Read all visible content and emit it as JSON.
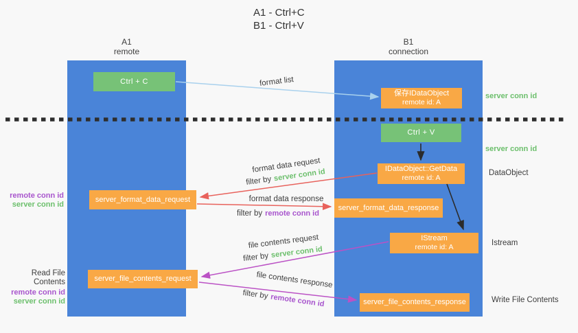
{
  "title": {
    "line1": "A1 - Ctrl+C",
    "line2": "B1 - Ctrl+V"
  },
  "lanes": {
    "left": {
      "name": "A1",
      "subtitle": "remote"
    },
    "right": {
      "name": "B1",
      "subtitle": "connection"
    }
  },
  "boxes": {
    "ctrl_c": {
      "label": "Ctrl + C"
    },
    "ctrl_v": {
      "label": "Ctrl + V"
    },
    "save_idataobject": {
      "line1": "保存IDataObject",
      "line2": "remote id: A"
    },
    "getdata": {
      "line1": "IDataObject::GetData",
      "line2": "remote id: A"
    },
    "istream": {
      "line1": "IStream",
      "line2": "remote id: A"
    },
    "server_format_data_request": {
      "label": "server_format_data_request"
    },
    "server_format_data_response": {
      "label": "server_format_data_response"
    },
    "server_file_contents_request": {
      "label": "server_file_contents_request"
    },
    "server_file_contents_response": {
      "label": "server_file_contents_response"
    }
  },
  "side_labels": {
    "server_conn_id_top": "server conn id",
    "server_conn_id_mid": "server conn id",
    "dataobject": "DataObject",
    "istream": "Istream",
    "write_file_contents": "Write File Contents",
    "read_file_contents": "Read File Contents",
    "mid_left": {
      "remote_conn_id": "remote conn id",
      "server_conn_id": "server conn id"
    },
    "bottom_left": {
      "remote_conn_id": "remote conn id",
      "server_conn_id": "server conn id"
    }
  },
  "flow_labels": {
    "format_list": "format list",
    "format_data_request": "format data request",
    "format_data_response": "format data response",
    "file_contents_request": "file contents request",
    "file_contents_response": "file contents response",
    "filter_by": "filter by",
    "server_conn_id": "server conn id",
    "remote_conn_id": "remote conn id"
  },
  "colors": {
    "column_blue": "#4a84d8",
    "box_green": "#77c277",
    "box_orange": "#f9a845",
    "arrow_red": "#e8625c",
    "arrow_purple": "#bb52c5",
    "arrow_light_blue": "#a9d1ed",
    "arrow_black": "#2b2b2b",
    "text_green": "#6cbf6c",
    "text_purple": "#a855cd",
    "text_dark": "#3d3d3d",
    "separator": "#2e2e2e",
    "background": "#f8f8f8"
  }
}
